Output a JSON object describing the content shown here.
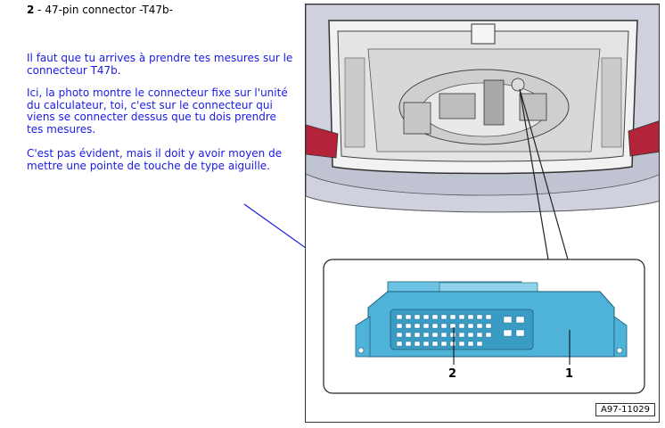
{
  "header": {
    "number": "2",
    "separator": " - ",
    "title": "47-pin connector -T47b-"
  },
  "notes": {
    "p1": "Il faut que tu arrives à prendre tes mesures sur le connecteur T47b.",
    "p2": "Ici, la photo montre le connecteur fixe sur l'unité du calculateur, toi, c'est sur le connecteur qui viens se connecter dessus que tu dois prendre tes mesures.",
    "p3": "C'est pas évident, mais il doit y avoir moyen de mettre une pointe de touche de type aiguille."
  },
  "figure": {
    "callouts": [
      "2",
      "1"
    ],
    "figure_id": "A97-11029"
  },
  "colors": {
    "annotation_text": "#1a1ae6",
    "connector_body": "#4fb3d9",
    "taillight": "#b3243a"
  }
}
